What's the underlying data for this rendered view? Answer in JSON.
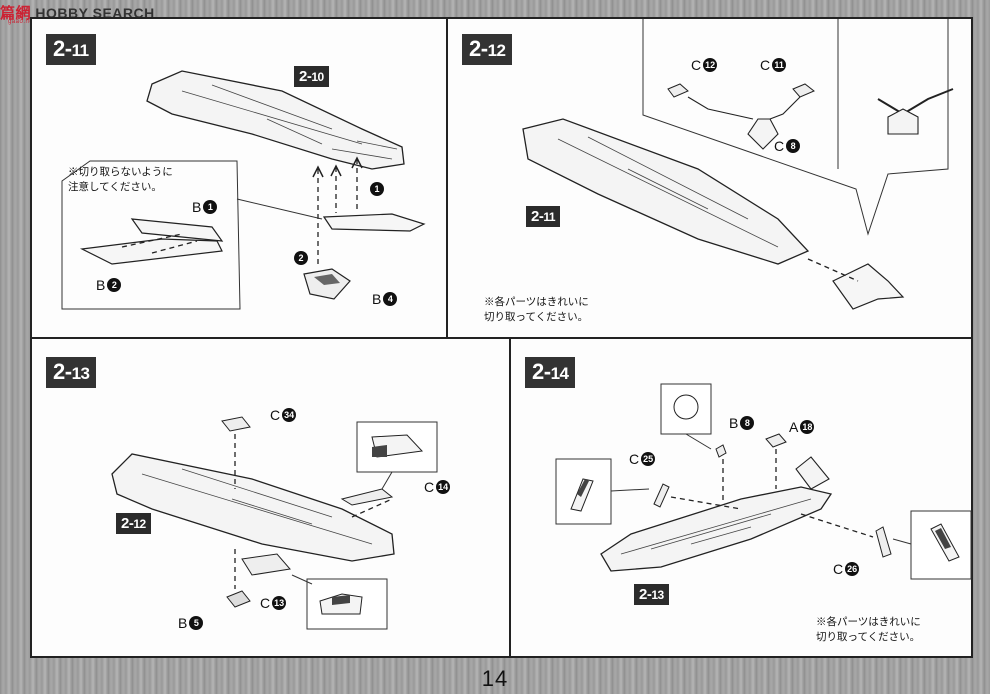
{
  "watermark": {
    "logo_text": "篇網",
    "site": "HOBBY SEARCH",
    "url": "gaao.hobbi.com"
  },
  "page_number": "14",
  "panels": {
    "p1": {
      "step": {
        "main": "2-",
        "sub": "11"
      },
      "callout": {
        "main": "2-",
        "sub": "10"
      },
      "note": "※切り取らないように\n注意してください。",
      "parts": [
        {
          "letter": "B",
          "num": "1"
        },
        {
          "letter": "B",
          "num": "2"
        },
        {
          "letter": "B",
          "num": "4"
        }
      ],
      "order_marks": [
        "1",
        "2"
      ]
    },
    "p2": {
      "step": {
        "main": "2-",
        "sub": "12"
      },
      "callout": {
        "main": "2-",
        "sub": "11"
      },
      "note": "※各パーツはきれいに\n切り取ってください。",
      "parts": [
        {
          "letter": "C",
          "num": "12"
        },
        {
          "letter": "C",
          "num": "11"
        },
        {
          "letter": "C",
          "num": "8"
        }
      ]
    },
    "p3": {
      "step": {
        "main": "2-",
        "sub": "13"
      },
      "callout": {
        "main": "2-",
        "sub": "12"
      },
      "parts": [
        {
          "letter": "C",
          "num": "34"
        },
        {
          "letter": "C",
          "num": "14"
        },
        {
          "letter": "C",
          "num": "13"
        },
        {
          "letter": "B",
          "num": "5"
        }
      ]
    },
    "p4": {
      "step": {
        "main": "2-",
        "sub": "14"
      },
      "callout": {
        "main": "2-",
        "sub": "13"
      },
      "note": "※各パーツはきれいに\n切り取ってください。",
      "parts": [
        {
          "letter": "B",
          "num": "8"
        },
        {
          "letter": "A",
          "num": "18"
        },
        {
          "letter": "C",
          "num": "25"
        },
        {
          "letter": "C",
          "num": "26"
        }
      ]
    }
  }
}
